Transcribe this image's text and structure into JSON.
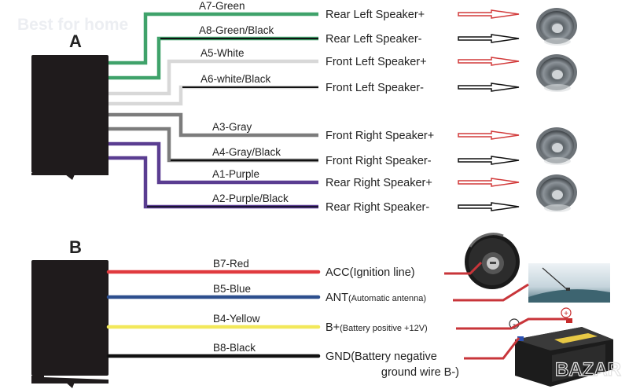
{
  "watermark_top": "Best for home",
  "watermark_bottom": "BAZAR",
  "section_a": {
    "title": "A",
    "wires": [
      {
        "id": "A7",
        "label": "A7-Green",
        "color": "#3fa26a",
        "stripe": null,
        "target": "Rear Left Speaker+",
        "polarity": "+"
      },
      {
        "id": "A8",
        "label": "A8-Green/Black",
        "color": "#3fa26a",
        "stripe": "#111111",
        "target": "Rear Left Speaker-",
        "polarity": "-"
      },
      {
        "id": "A5",
        "label": "A5-White",
        "color": "#d8d8d8",
        "stripe": null,
        "target": "Front Left Speaker+",
        "polarity": "+"
      },
      {
        "id": "A6",
        "label": "A6-white/Black",
        "color": "#d8d8d8",
        "stripe": "#111111",
        "target": "Front Left Speaker-",
        "polarity": "-"
      },
      {
        "id": "A3",
        "label": "A3-Gray",
        "color": "#7c7c7c",
        "stripe": null,
        "target": "Front Right Speaker+",
        "polarity": "+"
      },
      {
        "id": "A4",
        "label": "A4-Gray/Black",
        "color": "#7c7c7c",
        "stripe": "#111111",
        "target": "Front Right Speaker-",
        "polarity": "-"
      },
      {
        "id": "A1",
        "label": "A1-Purple",
        "color": "#5a3d91",
        "stripe": null,
        "target": "Rear Right Speaker+",
        "polarity": "+"
      },
      {
        "id": "A2",
        "label": "A2-Purple/Black",
        "color": "#5a3d91",
        "stripe": "#1a1530",
        "target": "Rear Right Speaker-",
        "polarity": "-"
      }
    ],
    "speakers": [
      "rear-left-speaker",
      "front-left-speaker",
      "front-right-speaker",
      "rear-right-speaker"
    ]
  },
  "section_b": {
    "title": "B",
    "wires": [
      {
        "id": "B7",
        "label": "B7-Red",
        "color": "#e03a3e",
        "target_main": "ACC(Ignition line)",
        "target_sub": ""
      },
      {
        "id": "B5",
        "label": "B5-Blue",
        "color": "#2d4f8e",
        "target_main": "ANT",
        "target_sub": "(Automatic antenna)"
      },
      {
        "id": "B4",
        "label": "B4-Yellow",
        "color": "#f2e85a",
        "target_main": "B+",
        "target_sub": "(Battery positive +12V)"
      },
      {
        "id": "B8",
        "label": "B8-Black",
        "color": "#111111",
        "target_main": "GND(Battery negative",
        "target_sub": "ground wire B-)"
      }
    ],
    "battery": {
      "plus_sign": "+",
      "minus_sign": "-"
    }
  },
  "colors": {
    "positive_arrow": "#d23a3a",
    "negative_arrow": "#111111",
    "connector": "#1f1b1c",
    "leader": "#c8353a"
  }
}
